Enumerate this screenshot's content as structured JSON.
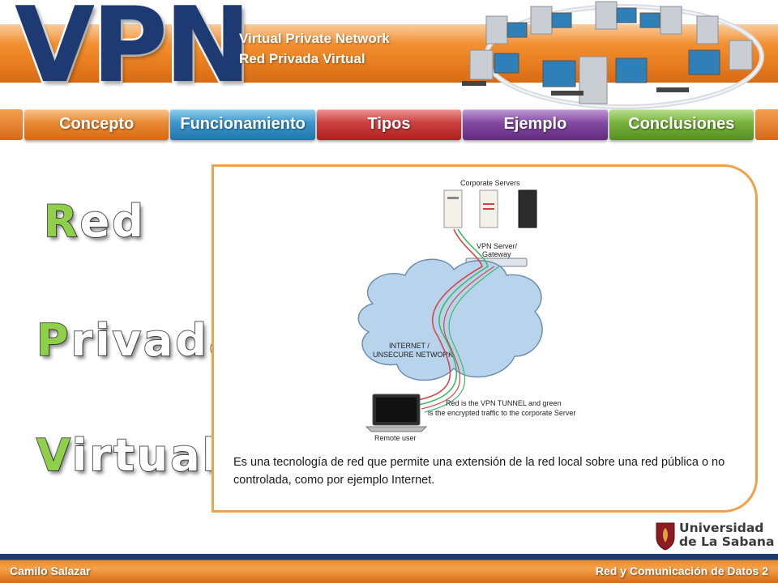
{
  "header": {
    "logo_text": "VPN",
    "subtitle_line1": "Virtual Private Network",
    "subtitle_line2": "Red Privada Virtual"
  },
  "nav": {
    "items": [
      {
        "label": "Concepto",
        "color": "#e8801f"
      },
      {
        "label": "Funcionamiento",
        "color": "#2e8fc7"
      },
      {
        "label": "Tipos",
        "color": "#c93232"
      },
      {
        "label": "Ejemplo",
        "color": "#7b3f9a"
      },
      {
        "label": "Conclusiones",
        "color": "#6fae34"
      }
    ]
  },
  "words": [
    {
      "initial": "R",
      "rest": "ed"
    },
    {
      "initial": "P",
      "rest": "rivada"
    },
    {
      "initial": "V",
      "rest": "irtual"
    }
  ],
  "diagram": {
    "servers_label": "Corporate Servers",
    "gateway_label_1": "VPN Server/",
    "gateway_label_2": "Gateway",
    "cloud_label_1": "INTERNET /",
    "cloud_label_2": "UNSECURE NETWORK",
    "legend_1": "Red is the VPN TUNNEL and green",
    "legend_2": "is the encrypted traffic to the corporate Server",
    "laptop_label": "Remote user"
  },
  "description": "Es una tecnología de red que permite una extensión de la red local sobre una red pública o no controlada, como por ejemplo Internet.",
  "university": {
    "line1": "Universidad",
    "line2": "de La Sabana"
  },
  "footer": {
    "author": "Camilo Salazar",
    "course": "Red y Comunicación de Datos 2"
  },
  "colors": {
    "accent_orange": "#f08a2a",
    "navy": "#1e3a72",
    "green_initial": "#8fcf4a"
  }
}
